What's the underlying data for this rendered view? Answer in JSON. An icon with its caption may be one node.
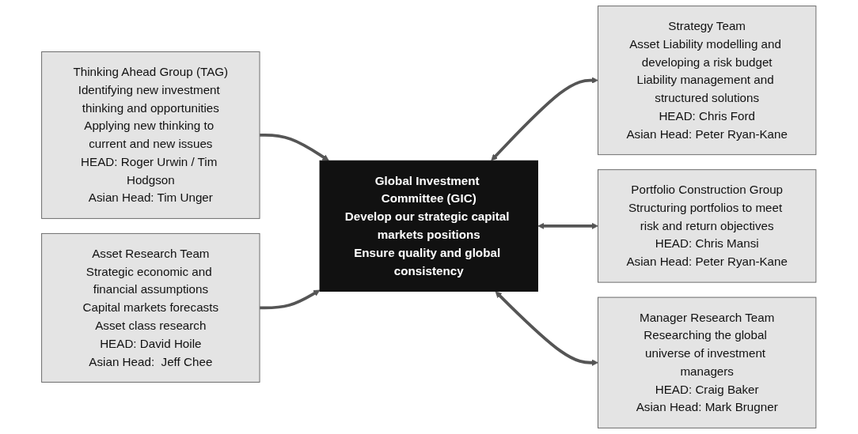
{
  "diagram": {
    "nodes": [
      {
        "text": [
          "Thinking Ahead Group (TAG)",
          "Identifying new investment thinking and opportunities",
          "Applying new thinking to current and new issues",
          "HEAD: Roger Urwin / Tim Hodgson",
          "Asian Head: Tim Unger"
        ]
      },
      {
        "text": [
          "Asset Research Team",
          "Strategic economic and financial assumptions",
          "Capital markets forecasts",
          "Asset class research",
          "HEAD: David Hoile",
          "Asian Head:  Jeff Chee"
        ]
      },
      {
        "text": [
          "Global Investment Committee (GIC)",
          "Develop our strategic capital markets positions",
          "Ensure quality and global consistency"
        ]
      },
      {
        "text": [
          "Strategy Team",
          "Asset Liability modelling and developing a risk budget",
          "Liability management and structured solutions",
          "HEAD: Chris Ford",
          "Asian Head: Peter Ryan-Kane"
        ]
      },
      {
        "text": [
          "Portfolio Construction Group",
          "Structuring portfolios to meet risk and return objectives",
          "HEAD: Chris Mansi",
          "Asian Head: Peter Ryan-Kane"
        ]
      },
      {
        "text": [
          "Manager Research Team",
          "Researching the global universe of investment managers",
          "HEAD: Craig Baker",
          "Asian Head: Mark Brugner"
        ]
      }
    ],
    "edges": [
      {
        "from": 0,
        "to": 2,
        "arrow": "to"
      },
      {
        "from": 1,
        "to": 2,
        "arrow": "to"
      },
      {
        "from": 2,
        "to": 3,
        "arrow": "both"
      },
      {
        "from": 2,
        "to": 4,
        "arrow": "both"
      },
      {
        "from": 2,
        "to": 5,
        "arrow": "both"
      }
    ]
  }
}
